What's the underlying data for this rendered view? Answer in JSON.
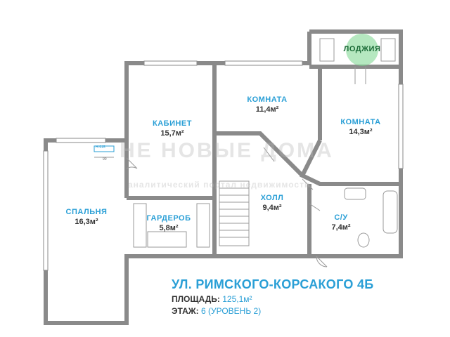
{
  "rooms": {
    "loggia": {
      "name": "ЛОДЖИЯ",
      "area": ""
    },
    "cabinet": {
      "name": "КАБИНЕТ",
      "area": "15,7м²"
    },
    "room1": {
      "name": "КОМНАТА",
      "area": "11,4м²"
    },
    "room2": {
      "name": "КОМНАТА",
      "area": "14,3м²"
    },
    "bedroom": {
      "name": "СПАЛЬНЯ",
      "area": "16,3м²"
    },
    "wardrobe": {
      "name": "ГАРДЕРОБ",
      "area": "5,8м²"
    },
    "hall": {
      "name": "ХОЛЛ",
      "area": "9,4м²"
    },
    "bathroom": {
      "name": "С/У",
      "area": "7,4м²"
    }
  },
  "tv_label": "Н-915",
  "tv_width_label": "90",
  "watermark": {
    "main": "НЕ НОВЫЕ ДОМА",
    "sub": "аналитический портал недвижимости"
  },
  "info": {
    "address": "УЛ. РИМСКОГО-КОРСАКОГО 4Б",
    "area_key": "ПЛОЩАДЬ:",
    "area_value": "125,1м²",
    "floor_key": "ЭТАЖ:",
    "floor_value": "6 (УРОВЕНЬ 2)"
  },
  "colors": {
    "accent": "#2a9fd6",
    "wall": "#8a8a8a",
    "loggia_badge": "#78d68c"
  }
}
